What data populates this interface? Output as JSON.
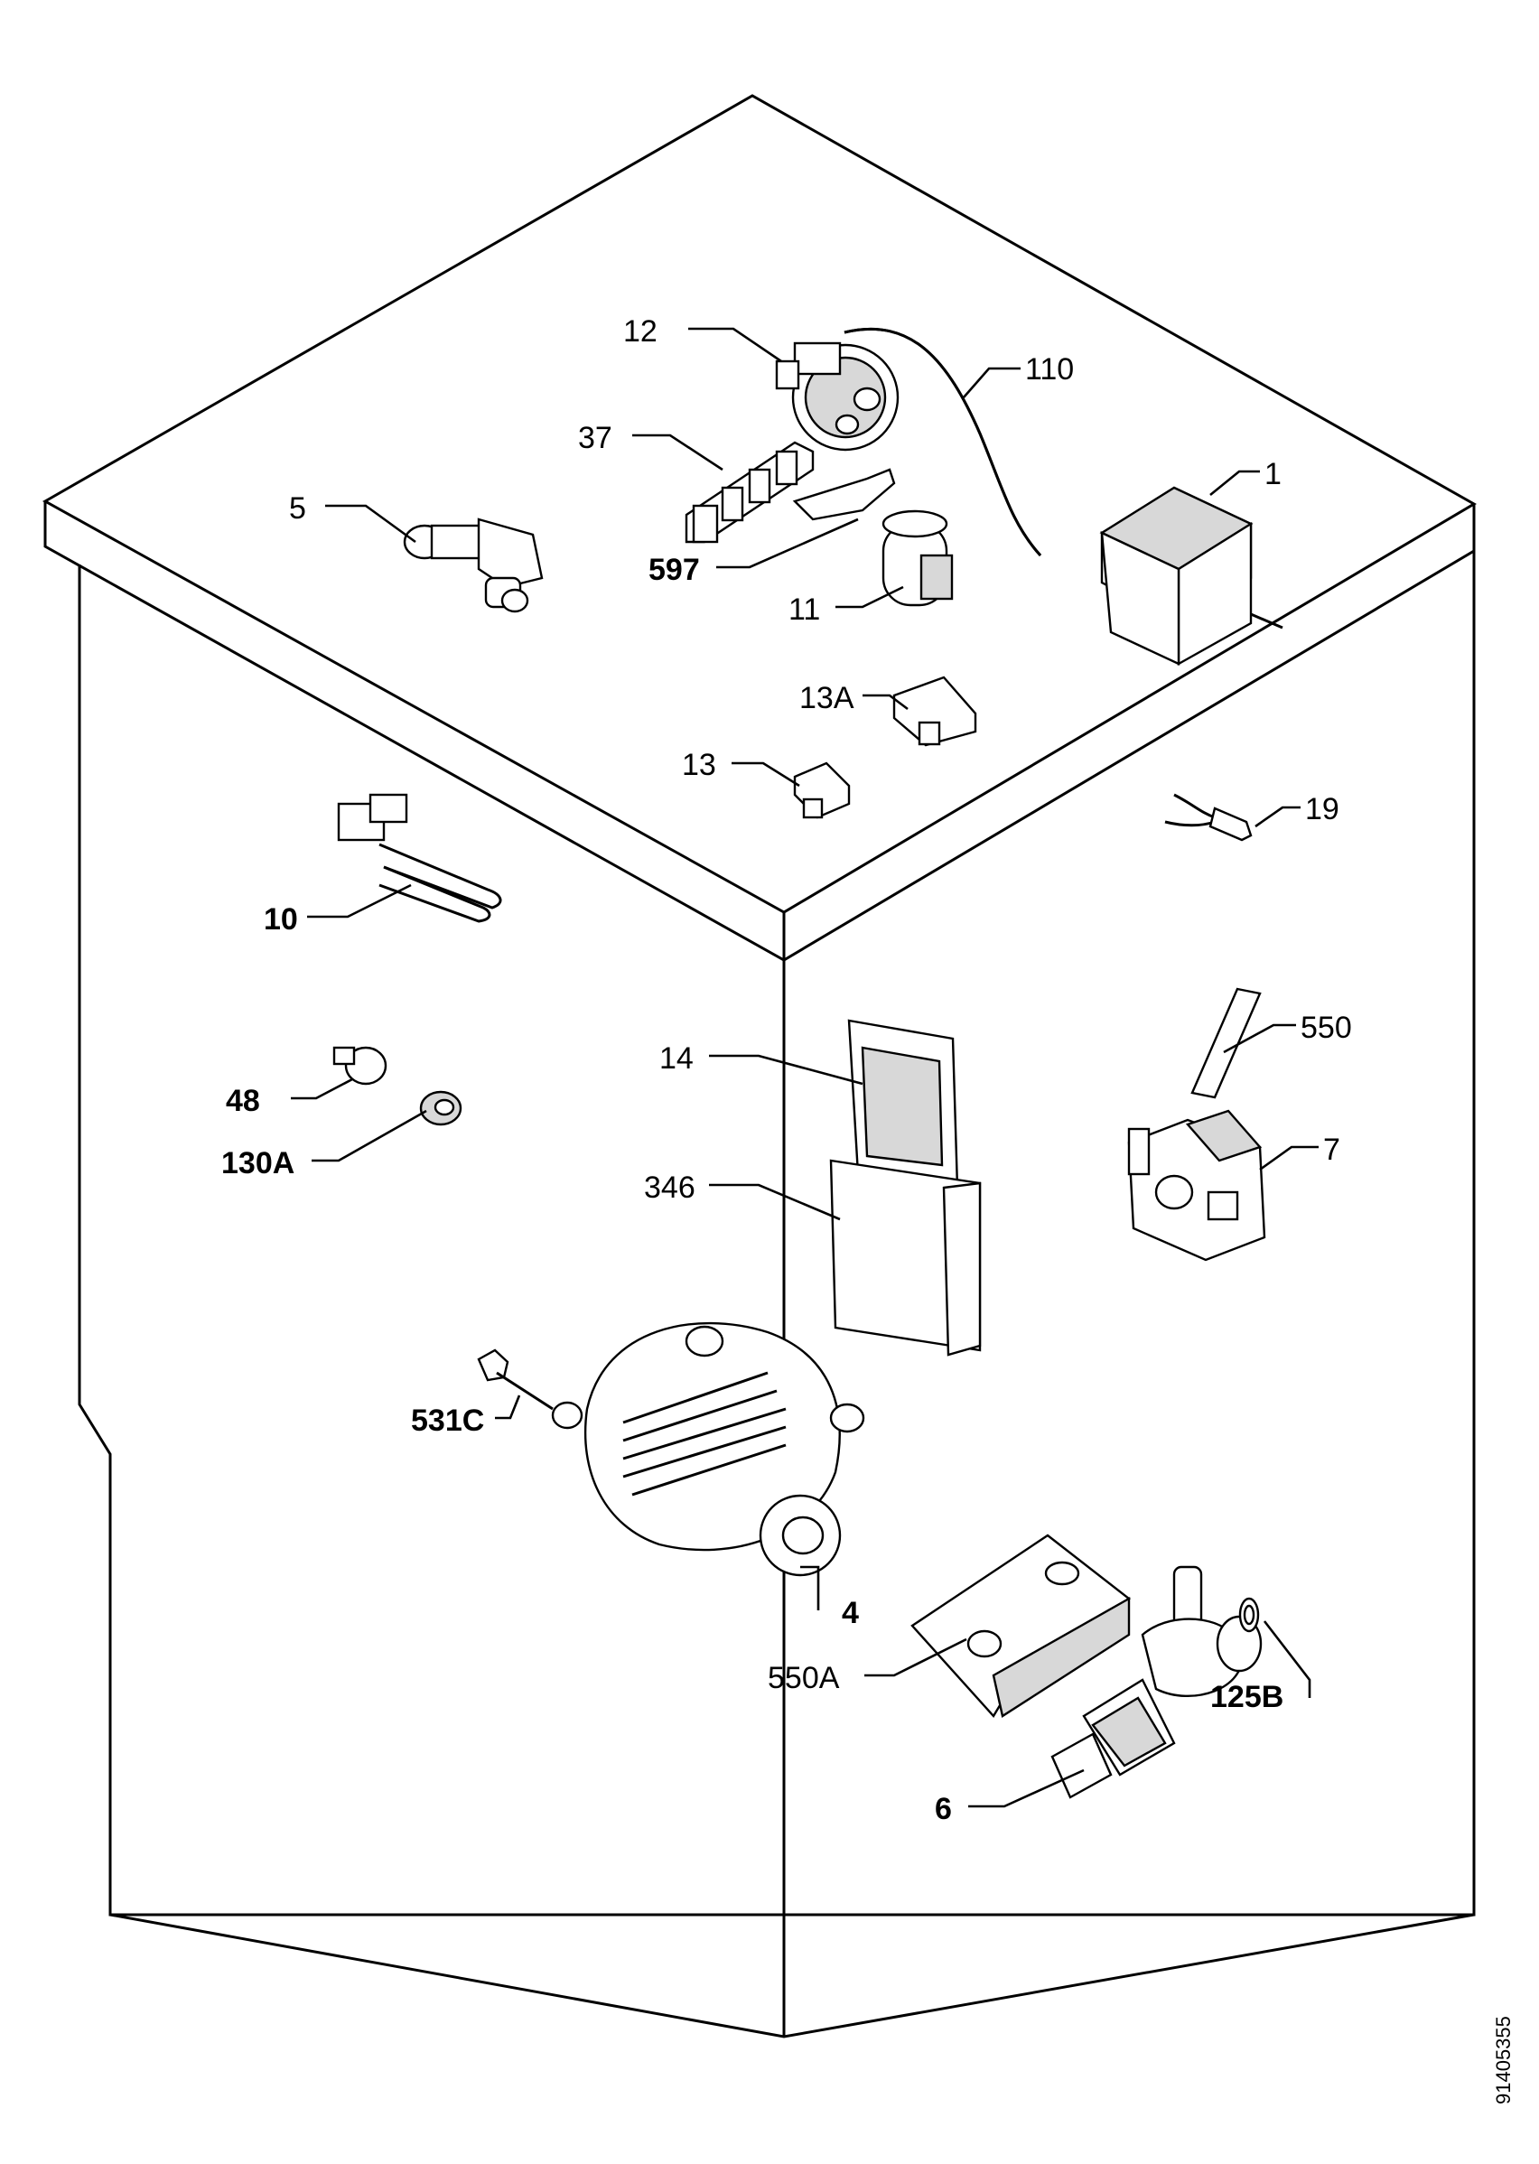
{
  "diagram": {
    "doc_number": "91405355",
    "callouts": {
      "c1": "1",
      "c4": "4",
      "c5": "5",
      "c6": "6",
      "c7": "7",
      "c10": "10",
      "c11": "11",
      "c12": "12",
      "c13": "13",
      "c13a": "13A",
      "c14": "14",
      "c19": "19",
      "c37": "37",
      "c48": "48",
      "c110": "110",
      "c125b": "125B",
      "c130a": "130A",
      "c346": "346",
      "c531c": "531C",
      "c550": "550",
      "c550a": "550A",
      "c597": "597"
    }
  }
}
